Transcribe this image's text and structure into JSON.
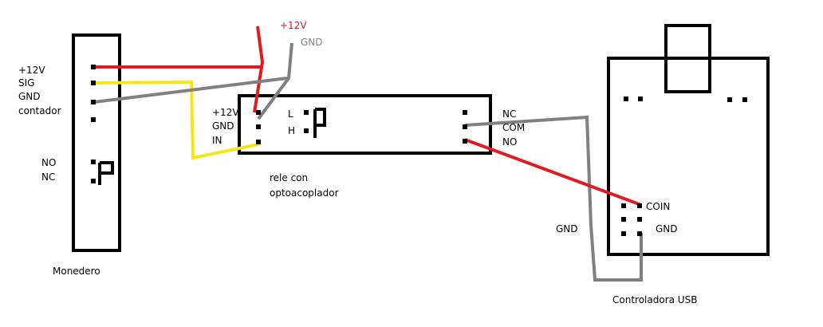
{
  "colors": {
    "red_wire": "#e01b24",
    "yellow_wire": "#f5e61a",
    "gray_wire": "#808080",
    "outline": "#000000"
  },
  "supply": {
    "v12": "+12V",
    "gnd": "GND"
  },
  "monedero": {
    "name": "Monedero",
    "pins": [
      "+12V",
      "SIG",
      "GND",
      "contador"
    ],
    "switch_labels": [
      "NO",
      "NC"
    ]
  },
  "relay": {
    "name_line1": "rele con",
    "name_line2": "optoacoplador",
    "inputs": [
      "+12V",
      "GND",
      "IN"
    ],
    "indicators": [
      "L",
      "H"
    ],
    "outputs": [
      "NC",
      "COM",
      "NO"
    ]
  },
  "usb": {
    "name": "Controladora USB",
    "coin": "COIN",
    "gnd": "GND"
  },
  "gnd_wire_label": "GND"
}
